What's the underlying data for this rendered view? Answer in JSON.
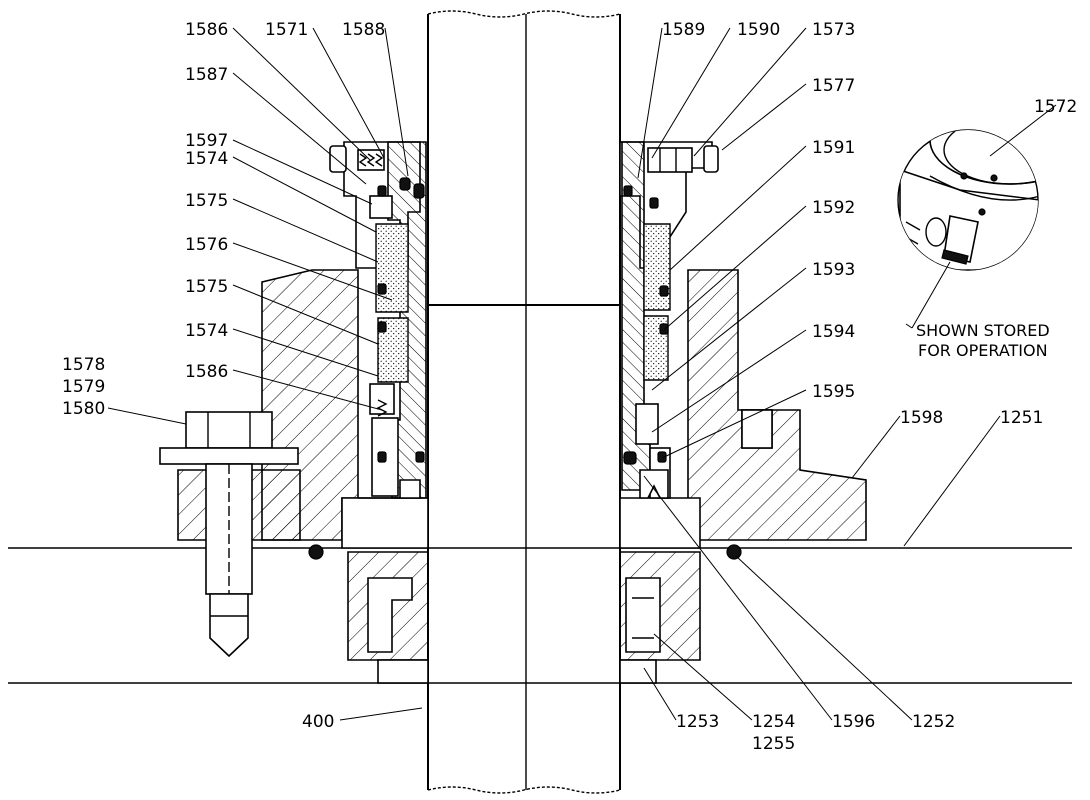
{
  "callouts": {
    "c1586_top": "1586",
    "c1571": "1571",
    "c1588": "1588",
    "c1587": "1587",
    "c1597": "1597",
    "c1574_top": "1574",
    "c1575_top": "1575",
    "c1576": "1576",
    "c1575_mid": "1575",
    "c1574_mid": "1574",
    "c1578": "1578",
    "c1579": "1579",
    "c1580": "1580",
    "c1586_low": "1586",
    "c1589": "1589",
    "c1590": "1590",
    "c1573": "1573",
    "c1577": "1577",
    "c1591": "1591",
    "c1592": "1592",
    "c1593": "1593",
    "c1594": "1594",
    "c1595": "1595",
    "c1598": "1598",
    "c1251": "1251",
    "c1572": "1572",
    "c400": "400",
    "c1253": "1253",
    "c1254": "1254",
    "c1255": "1255",
    "c1596": "1596",
    "c1252": "1252"
  },
  "notes": {
    "shown_stored": "SHOWN STORED",
    "for_operation": "FOR OPERATION"
  }
}
